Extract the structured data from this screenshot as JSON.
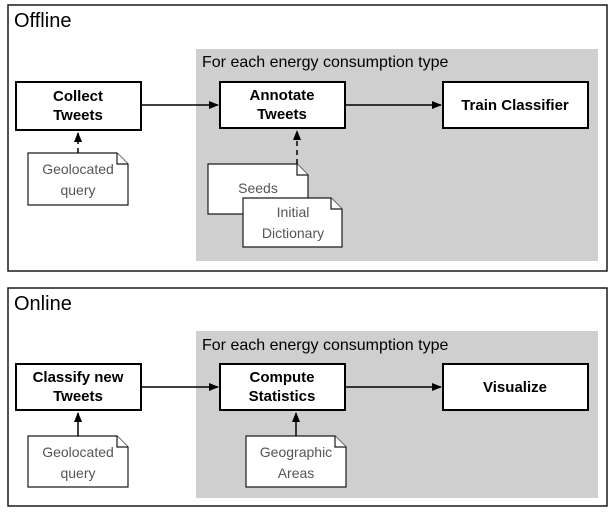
{
  "offline": {
    "title": "Offline",
    "region_title": "For each energy consumption type",
    "collect": [
      "Collect",
      "Tweets"
    ],
    "annotate": [
      "Annotate",
      "Tweets"
    ],
    "train": "Train Classifier",
    "query": [
      "Geolocated",
      "query"
    ],
    "seeds": "Seeds",
    "dictionary": [
      "Initial",
      "Dictionary"
    ]
  },
  "online": {
    "title": "Online",
    "region_title": "For each energy consumption type",
    "classify": [
      "Classify new",
      "Tweets"
    ],
    "compute": [
      "Compute",
      "Statistics"
    ],
    "visualize": "Visualize",
    "query": [
      "Geolocated",
      "query"
    ],
    "areas": [
      "Geographic",
      "Areas"
    ]
  }
}
